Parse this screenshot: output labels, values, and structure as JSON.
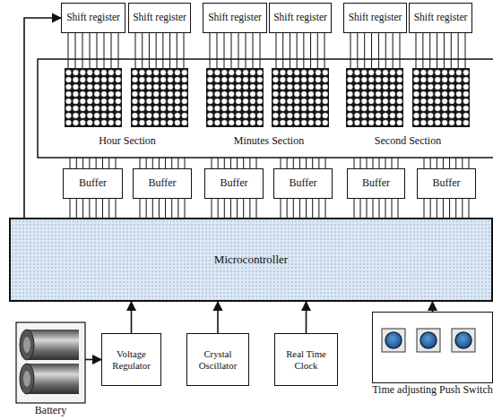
{
  "diagram": {
    "nodes": [
      {
        "text": [
          "Shift register"
        ]
      },
      {
        "text": [
          "Shift register"
        ]
      },
      {
        "text": [
          "Shift register"
        ]
      },
      {
        "text": [
          "Shift register"
        ]
      },
      {
        "text": [
          "Shift register"
        ]
      },
      {
        "text": [
          "Shift register"
        ]
      },
      {
        "text": [
          "Buffer"
        ]
      },
      {
        "text": [
          "Buffer"
        ]
      },
      {
        "text": [
          "Buffer"
        ]
      },
      {
        "text": [
          "Buffer"
        ]
      },
      {
        "text": [
          "Buffer"
        ]
      },
      {
        "text": [
          "Buffer"
        ]
      },
      {
        "text": [
          "Microcontroller"
        ]
      },
      {
        "text": [
          "Battery"
        ]
      },
      {
        "text": [
          "Voltage Regulator"
        ]
      },
      {
        "text": [
          "Crystal Oscillator"
        ]
      },
      {
        "text": [
          "Real Time Clock"
        ]
      },
      {
        "text": [
          "Time adjusting Push Switch"
        ]
      }
    ],
    "edges": [
      {
        "from": 12,
        "to": 0,
        "arrow": "to"
      },
      {
        "from": 6,
        "to": 12,
        "arrow": "none"
      },
      {
        "from": 7,
        "to": 12,
        "arrow": "none"
      },
      {
        "from": 8,
        "to": 12,
        "arrow": "none"
      },
      {
        "from": 9,
        "to": 12,
        "arrow": "none"
      },
      {
        "from": 10,
        "to": 12,
        "arrow": "none"
      },
      {
        "from": 11,
        "to": 12,
        "arrow": "none"
      },
      {
        "from": 13,
        "to": 14,
        "arrow": "to"
      },
      {
        "from": 14,
        "to": 12,
        "arrow": "to"
      },
      {
        "from": 15,
        "to": 12,
        "arrow": "to"
      },
      {
        "from": 16,
        "to": 12,
        "arrow": "to"
      },
      {
        "from": 17,
        "to": 12,
        "arrow": "to"
      }
    ],
    "labels": [
      "Hour Section",
      "Minutes Section",
      "Second Section"
    ]
  }
}
